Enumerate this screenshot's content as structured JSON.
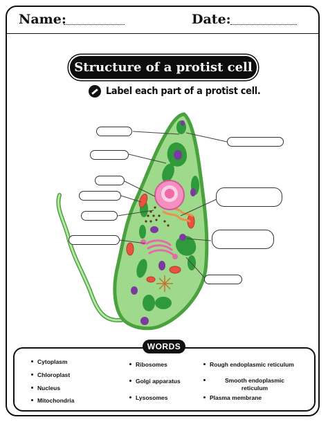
{
  "header": {
    "name_label": "Name:",
    "date_label": "Date:"
  },
  "title": "Structure of a protist cell",
  "instruction": {
    "icon": "pencil-icon",
    "text": "Label each part of a protist cell."
  },
  "words": {
    "heading": "WORDS",
    "items": [
      "Cytoplasm",
      "Chloroplast",
      "Nucleus",
      "Mitochondria",
      "Ribosomes",
      "Golgi apparatus",
      "Lysosomes",
      "Rough endoplasmic reticulum",
      "Smooth endoplasmic",
      "reticulum",
      "Plasma membrane"
    ]
  },
  "colors": {
    "cell_fill": "#9fd98b",
    "cell_outline": "#4aa23e",
    "chloroplast": "#2e9a3a",
    "nucleus": "#f48fc0",
    "nucleolus": "#ffffff",
    "mitochondria": "#e8533f",
    "vacuole": "#7c3aa0",
    "golgi": "#f2a8d2",
    "er": "#e9934c"
  }
}
